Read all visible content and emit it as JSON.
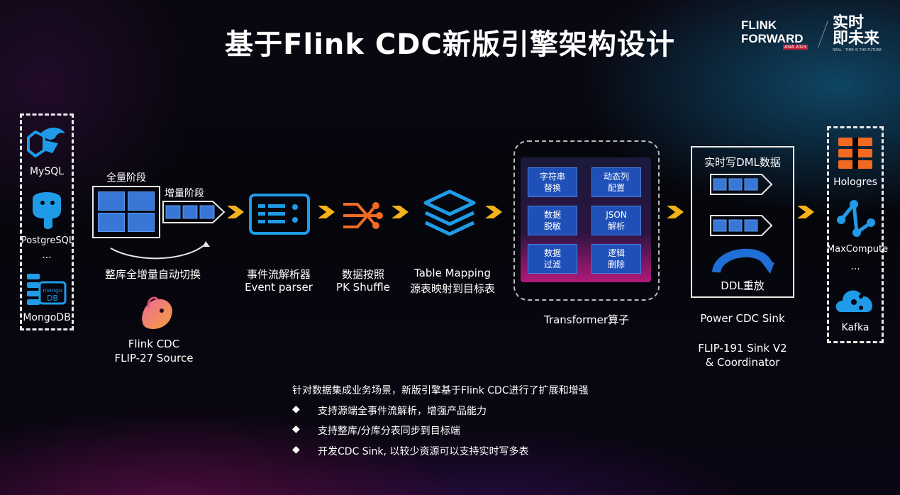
{
  "title": "基于Flink CDC新版引擎架构设计",
  "logo": {
    "line1": "FLINK",
    "line2": "FORWARD",
    "badge": "ASIA 2023",
    "cn_line1": "实时",
    "cn_line2": "即未来",
    "tagline": "REAL - TIME IS THE FUTURE"
  },
  "sources": [
    "MySQL",
    "PostgreSQL",
    "...",
    "MongoDB"
  ],
  "full_stage": {
    "full_label": "全量阶段",
    "incr_label": "增量阶段",
    "caption": "整库全增量自动切换"
  },
  "flink_cdc": {
    "line1": "Flink CDC",
    "line2": "FLIP-27 Source"
  },
  "parser": {
    "line1": "事件流解析器",
    "line2": "Event parser"
  },
  "shuffle": {
    "line1": "数据按照",
    "line2": "PK Shuffle"
  },
  "mapping": {
    "line1": "Table Mapping",
    "line2": "源表映射到目标表"
  },
  "transformer": {
    "cells": [
      [
        "字符串",
        "替换"
      ],
      [
        "动态列",
        "配置"
      ],
      [
        "数据",
        "脱敏"
      ],
      [
        "JSON",
        "解析"
      ],
      [
        "数据",
        "过滤"
      ],
      [
        "逻辑",
        "删除"
      ]
    ],
    "caption": "Transformer算子"
  },
  "sink": {
    "header": "实时写DML数据",
    "ddl": "DDL重放",
    "caption": "Power CDC Sink",
    "sub1": "FLIP-191 Sink V2",
    "sub2": "& Coordinator"
  },
  "targets": [
    "Hologres",
    "MaxCompute",
    "...",
    "Kafka"
  ],
  "bullets": {
    "intro": "针对数据集成业务场景，新版引擎基于Flink CDC进行了扩展和增强",
    "items": [
      "支持源端全事件流解析，增强产品能力",
      "支持整库/分库分表同步到目标端",
      "开发CDC Sink, 以较少资源可以支持实时写多表"
    ]
  },
  "colors": {
    "accent_blue": "#1f9be8",
    "cell_blue": "#3877d6",
    "arrow_gold": "#f2b21a",
    "bg": "#05060c"
  }
}
